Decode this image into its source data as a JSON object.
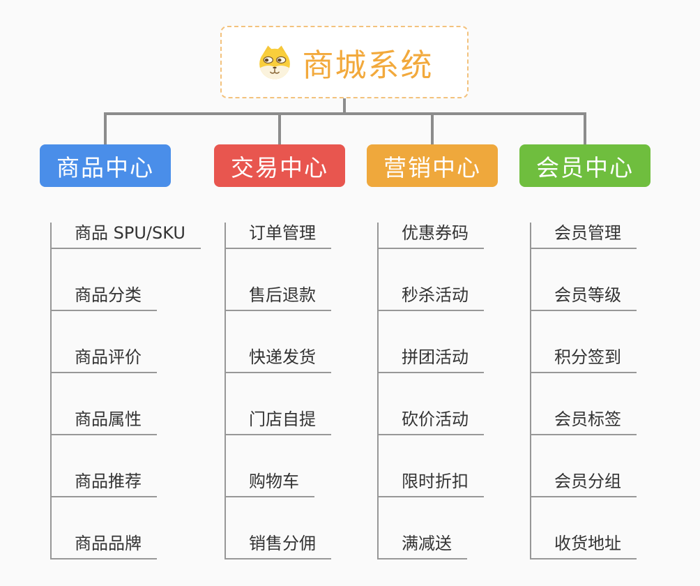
{
  "canvas": {
    "background": "#fafafa",
    "connector_color": "#8c8c8c",
    "leaf_line_color": "#979797",
    "leaf_text_color": "#333333"
  },
  "root": {
    "title": "商城系统",
    "icon": "dog-face-icon",
    "text_color": "#f2a93c",
    "border_color": "#f3c27d",
    "background": "#ffffff"
  },
  "branches": [
    {
      "label": "商品中心",
      "color": "#4a8ee9",
      "text_color": "#ffffff",
      "children": [
        "商品 SPU/SKU",
        "商品分类",
        "商品评价",
        "商品属性",
        "商品推荐",
        "商品品牌"
      ]
    },
    {
      "label": "交易中心",
      "color": "#e8564f",
      "text_color": "#ffffff",
      "children": [
        "订单管理",
        "售后退款",
        "快递发货",
        "门店自提",
        "购物车",
        "销售分佣"
      ]
    },
    {
      "label": "营销中心",
      "color": "#efa83c",
      "text_color": "#ffffff",
      "children": [
        "优惠券码",
        "秒杀活动",
        "拼团活动",
        "砍价活动",
        "限时折扣",
        "满减送"
      ]
    },
    {
      "label": "会员中心",
      "color": "#6fbe3e",
      "text_color": "#ffffff",
      "children": [
        "会员管理",
        "会员等级",
        "积分签到",
        "会员标签",
        "会员分组",
        "收货地址"
      ]
    }
  ]
}
